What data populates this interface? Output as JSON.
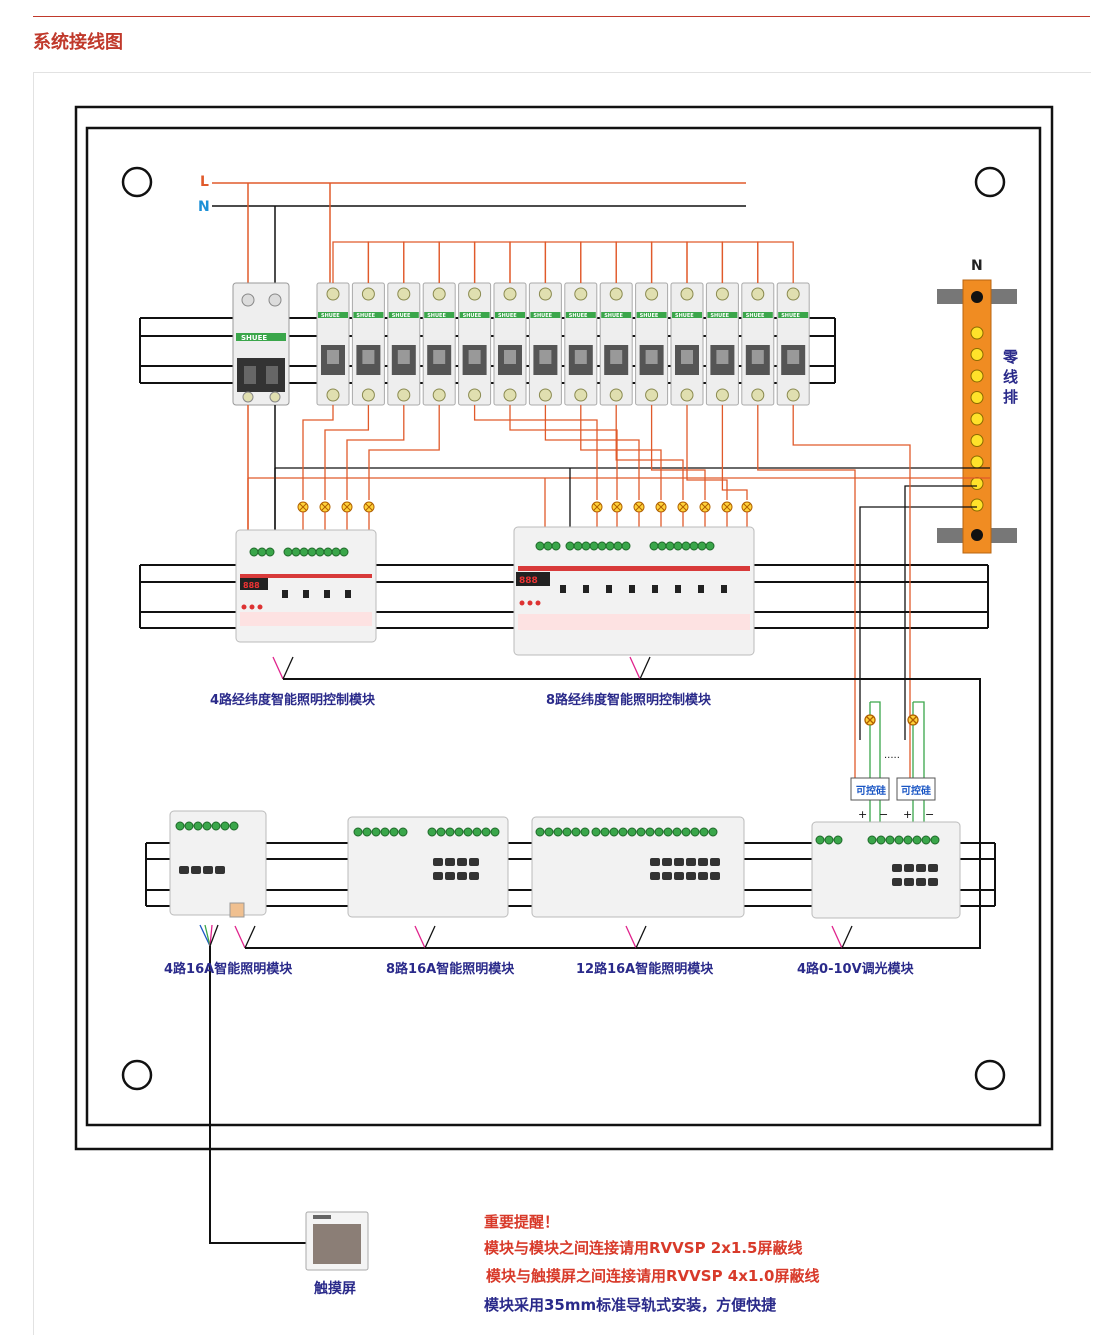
{
  "header": {
    "title": "系统接线图"
  },
  "lines": {
    "l_label": "L",
    "n_label": "N"
  },
  "neutral_bar": {
    "label_n": "N",
    "label": "零线排"
  },
  "breaker_brand": "SHUEE",
  "modules_row1": [
    {
      "caption": "4路经纬度智能照明控制模块"
    },
    {
      "caption": "8路经纬度智能照明控制模块"
    }
  ],
  "modules_row2": [
    {
      "caption": "4路16A智能照明模块"
    },
    {
      "caption": "8路16A智能照明模块"
    },
    {
      "caption": "12路16A智能照明模块"
    },
    {
      "caption": "4路0-10V调光模块"
    }
  ],
  "dimmer": {
    "label": "可控硅",
    "plus": "+",
    "minus": "−",
    "dots": "....."
  },
  "touchscreen": {
    "label": "触摸屏"
  },
  "notes": {
    "heading": "重要提醒！",
    "line1": "模块与模块之间连接请用RVVSP 2x1.5屏蔽线",
    "line2": "模块与触摸屏之间连接请用RVVSP 4x1.0屏蔽线",
    "line3": "模块采用35mm标准导轨式安装，方便快捷"
  },
  "colors": {
    "accent": "#c0392b",
    "live": "#e05a2b",
    "neutral": "#111111",
    "bus_blue": "#1a56c4",
    "bar_orange": "#f08c22",
    "dim_green": "#3aa64a"
  }
}
